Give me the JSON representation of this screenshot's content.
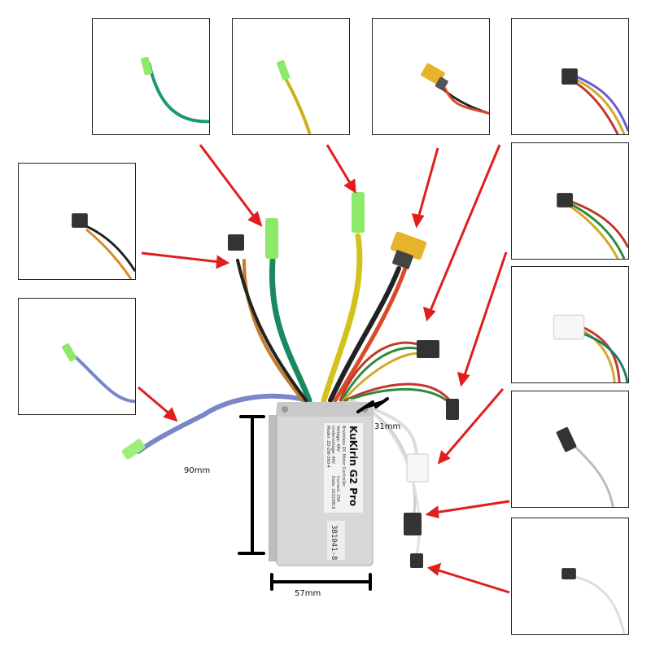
{
  "controller": {
    "brand": "KuKirin G2 Pro",
    "description": "Brushless DC Motor Controller",
    "rated_voltage": "Voltage: 48V",
    "undervoltage": "Undervoltage: 40V",
    "current": "Current: 25A",
    "model": "Model: ZD-ZW-360-4",
    "date": "Date: 20220816",
    "serial": "3B1041-8",
    "colors": {
      "case": "#d8d8d8",
      "case_dark": "#b9b9b9",
      "label_bg": "#f2f2f2"
    }
  },
  "dimensions": {
    "height": "90mm",
    "width": "57mm",
    "depth": "31mm"
  },
  "arrow_color": "#e01e1e",
  "connectors": [
    {
      "id": "green-bullet",
      "name": "Green single-pin bullet connector",
      "wire_colors": [
        "#1a9a6e"
      ],
      "connector_color": "#8ee86a"
    },
    {
      "id": "yellow-bullet",
      "name": "Yellow single-pin bullet connector",
      "wire_colors": [
        "#c9b21e"
      ],
      "connector_color": "#8ee86a"
    },
    {
      "id": "xt60-power",
      "name": "XT60 battery power connector",
      "wire_colors": [
        "#222222",
        "#d84a2a"
      ],
      "connector_color": "#e8b22a"
    },
    {
      "id": "hall-6pin",
      "name": "6-pin hall sensor connector",
      "wire_colors": [
        "#222222",
        "#6a5acd",
        "#2b8a3e",
        "#d1a72a",
        "#c0392b"
      ],
      "connector_color": "#333333"
    },
    {
      "id": "throttle-3pin",
      "name": "3-pin black connector (multicolor)",
      "wire_colors": [
        "#222222",
        "#2b8a3e",
        "#d1a72a",
        "#c0392b"
      ],
      "connector_color": "#333333"
    },
    {
      "id": "display-4pin",
      "name": "4-pin white connector",
      "wire_colors": [
        "#c0392b",
        "#d1a72a",
        "#2b8a3e",
        "#1f7a6a"
      ],
      "connector_color": "#f4f4f4"
    },
    {
      "id": "brake-2pin-a",
      "name": "2-pin black connector (grey lead)",
      "wire_colors": [
        "#bbbbbb"
      ],
      "connector_color": "#333333"
    },
    {
      "id": "brake-2pin-b",
      "name": "2-pin small connector (white lead)",
      "wire_colors": [
        "#dddddd"
      ],
      "connector_color": "#333333"
    },
    {
      "id": "orange-3pin",
      "name": "3-pin black connector (orange/black)",
      "wire_colors": [
        "#222222",
        "#d98a2a"
      ],
      "connector_color": "#333333"
    },
    {
      "id": "blue-bullet",
      "name": "Blue single-pin bullet connector",
      "wire_colors": [
        "#7a86c8"
      ],
      "connector_color": "#8ee86a"
    }
  ]
}
